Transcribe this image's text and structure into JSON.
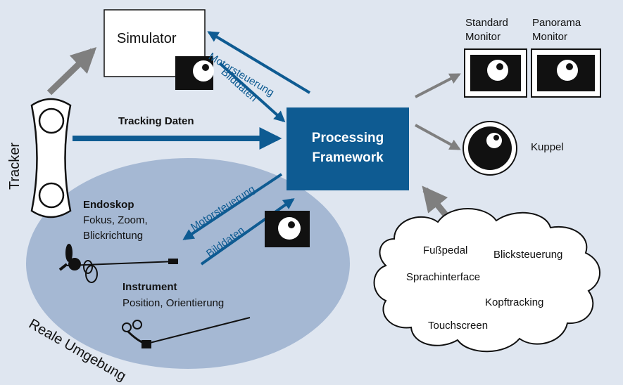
{
  "nodes": {
    "simulator": "Simulator",
    "processing_line1": "Processing",
    "processing_line2": "Framework",
    "tracker": "Tracker",
    "standard_monitor_line1": "Standard",
    "standard_monitor_line2": "Monitor",
    "panorama_monitor_line1": "Panorama",
    "panorama_monitor_line2": "Monitor",
    "kuppel": "Kuppel",
    "real_env": "Reale Umgebung"
  },
  "edges": {
    "tracking": "Tracking Daten",
    "motor_top": "Motorsteuerung",
    "bild_top": "Bilddaten",
    "motor_bottom": "Motorsteuerung",
    "bild_bottom": "Bilddaten"
  },
  "endoskop": {
    "title": "Endoskop",
    "line1": "Fokus, Zoom,",
    "line2": "Blickrichtung"
  },
  "instrument": {
    "title": "Instrument",
    "line1": "Position, Orientierung"
  },
  "inputs": {
    "fusspedal": "Fußpedal",
    "blick": "Blicksteuerung",
    "sprache": "Sprachinterface",
    "kopf": "Kopftracking",
    "touch": "Touchscreen"
  },
  "colors": {
    "background": "#dfe6f0",
    "processing": "#0e5b92",
    "arrow_blue": "#0e5b92",
    "arrow_gray": "#7f7f7f",
    "ellipse": "#a5b8d3"
  }
}
